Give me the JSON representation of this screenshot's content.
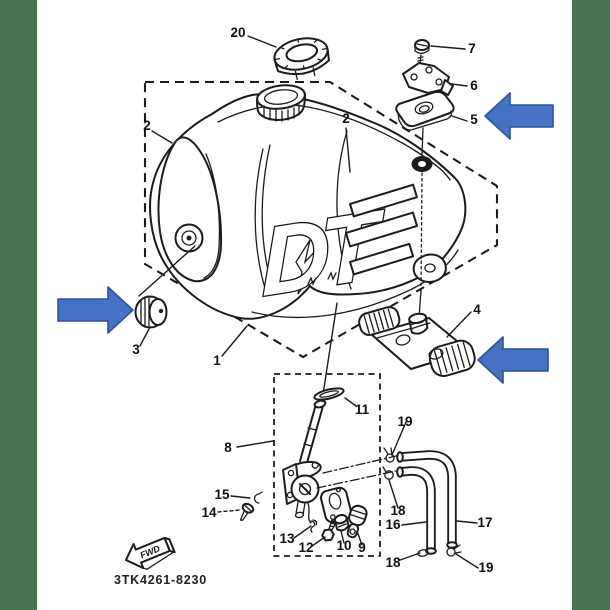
{
  "colors": {
    "stripe_green": "#4a7152",
    "arrow_blue": "#4472c4",
    "arrow_blue_border": "#2e5395"
  },
  "callouts": {
    "n1": "1",
    "n2": "2",
    "n3": "3",
    "n4": "4",
    "n5": "5",
    "n6": "6",
    "n7": "7",
    "n8": "8",
    "n9": "9",
    "n10": "10",
    "n11": "11",
    "n12": "12",
    "n13": "13",
    "n14": "14",
    "n15": "15",
    "n16": "16",
    "n17": "17",
    "n18": "18",
    "n19": "19",
    "n20": "20"
  },
  "tank": {
    "logo_text": "DT"
  },
  "footer": {
    "part_code": "3TK4261-8230",
    "fwd_label": "FWD"
  }
}
